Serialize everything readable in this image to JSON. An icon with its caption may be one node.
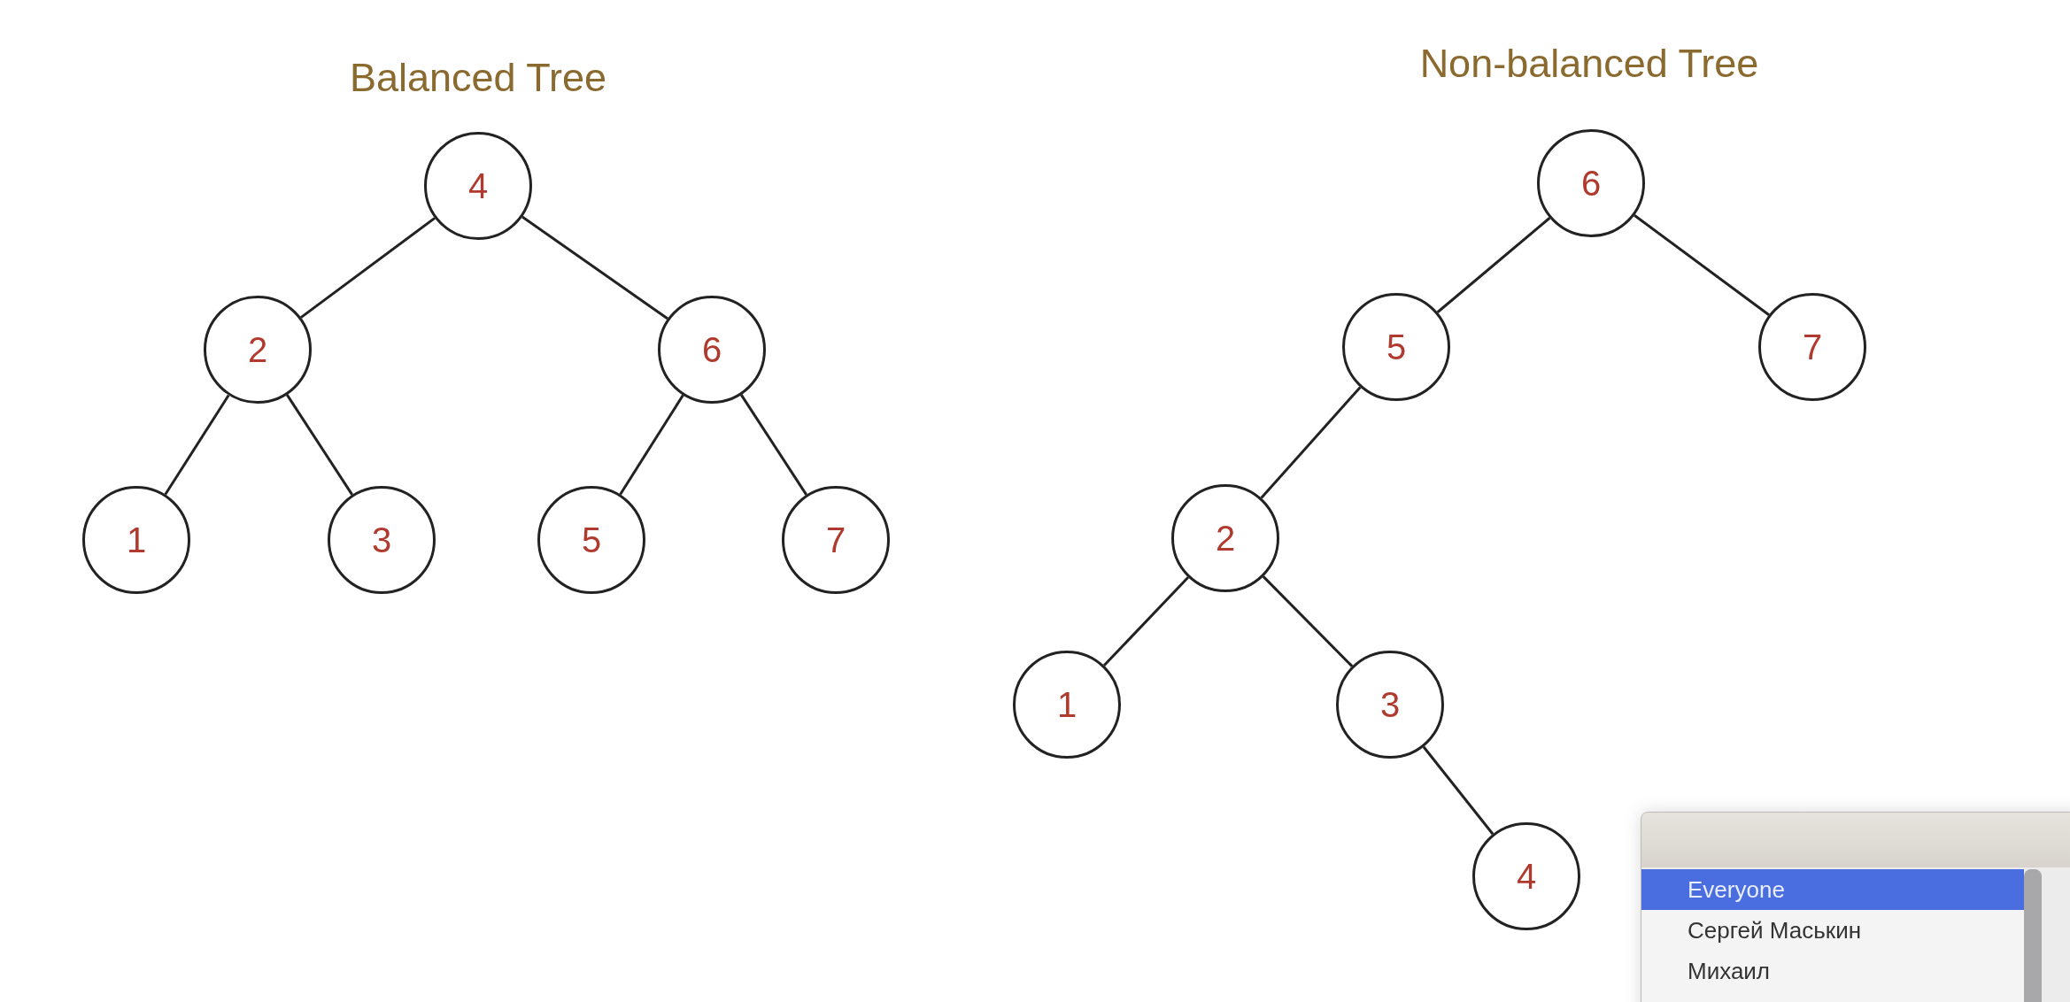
{
  "diagram": {
    "nodes": [
      {
        "text": [
          "4"
        ]
      },
      {
        "text": [
          "2"
        ]
      },
      {
        "text": [
          "6"
        ]
      },
      {
        "text": [
          "1"
        ]
      },
      {
        "text": [
          "3"
        ]
      },
      {
        "text": [
          "5"
        ]
      },
      {
        "text": [
          "7"
        ]
      },
      {
        "text": [
          "6"
        ]
      },
      {
        "text": [
          "5"
        ]
      },
      {
        "text": [
          "7"
        ]
      },
      {
        "text": [
          "2"
        ]
      },
      {
        "text": [
          "1"
        ]
      },
      {
        "text": [
          "3"
        ]
      },
      {
        "text": [
          "4"
        ]
      }
    ],
    "edges": [
      {
        "from": 0,
        "to": 1,
        "arrow": "none"
      },
      {
        "from": 0,
        "to": 2,
        "arrow": "none"
      },
      {
        "from": 1,
        "to": 3,
        "arrow": "none"
      },
      {
        "from": 1,
        "to": 4,
        "arrow": "none"
      },
      {
        "from": 2,
        "to": 5,
        "arrow": "none"
      },
      {
        "from": 2,
        "to": 6,
        "arrow": "none"
      },
      {
        "from": 7,
        "to": 8,
        "arrow": "none"
      },
      {
        "from": 7,
        "to": 9,
        "arrow": "none"
      },
      {
        "from": 8,
        "to": 10,
        "arrow": "none"
      },
      {
        "from": 10,
        "to": 11,
        "arrow": "none"
      },
      {
        "from": 10,
        "to": 12,
        "arrow": "none"
      },
      {
        "from": 12,
        "to": 13,
        "arrow": "none"
      }
    ],
    "labels": [
      "Balanced Tree",
      "Non-balanced Tree",
      "Everyone",
      "Сергей Маськин",
      "Михаил"
    ]
  }
}
